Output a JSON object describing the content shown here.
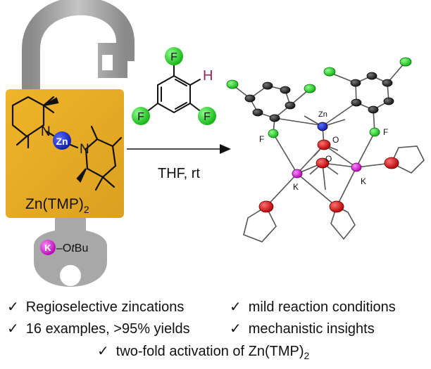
{
  "lock": {
    "label_prefix": "Zn(TMP)",
    "label_sub": "2",
    "center_atom": "Zn",
    "n_left": "N",
    "n_right": "N"
  },
  "key": {
    "atom": "K",
    "bond": "–O",
    "t": "t",
    "bu": "Bu"
  },
  "substrate": {
    "f_top": "F",
    "f_left": "F",
    "f_right": "F",
    "h": "H"
  },
  "reaction": {
    "conditions": "THF, rt"
  },
  "crystal": {
    "zn": "Zn",
    "o1": "O",
    "o2": "O",
    "k1": "K",
    "k2": "K",
    "f1": "F",
    "f2": "F"
  },
  "bullets": {
    "check": "✓",
    "b1": "Regioselective zincations",
    "b2": "mild reaction conditions",
    "b3": "16 examples, >95% yields",
    "b4": "mechanistic insights",
    "b5_prefix": "two-fold activation of Zn(TMP)",
    "b5_sub": "2"
  },
  "colors": {
    "lock_body": "#e8ac22",
    "shackle": "#9e9e9e",
    "key_grey": "#a8a8a8",
    "zinc_blue": "#1a2fd6",
    "potassium_magenta": "#e020e0",
    "fluorine_green": "#22dd22",
    "hydrogen_purple": "#8a2a5a",
    "oxygen_red": "#e01818"
  }
}
